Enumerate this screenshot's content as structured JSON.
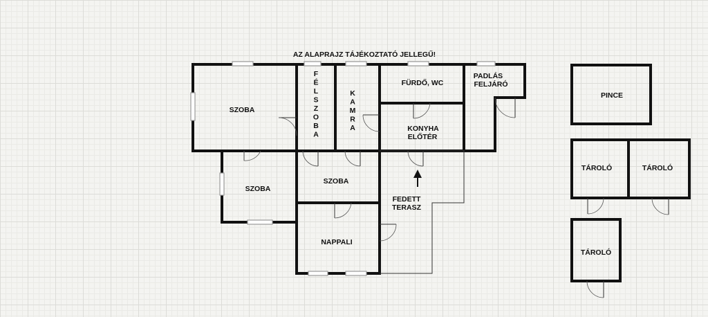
{
  "notice": "AZ ALAPRAJZ TÁJÉKOZTATÓ JELLEGŰ!",
  "rooms": {
    "szoba_main": "SZOBA",
    "felszoba": "FÉLSZOBA",
    "kamra": "KAMRA",
    "furdo_wc": "FÜRDŐ, WC",
    "padlas_1": "PADLÁS",
    "padlas_2": "FELJÁRÓ",
    "konyha_1": "KONYHA",
    "konyha_2": "ELŐTÉR",
    "szoba_lower_left": "SZOBA",
    "szoba_center": "SZOBA",
    "terasz_1": "FEDETT",
    "terasz_2": "TERASZ",
    "nappali": "NAPPALI",
    "pince": "PINCE",
    "tarolo_1": "TÁROLÓ",
    "tarolo_2": "TÁROLÓ",
    "tarolo_3": "TÁROLÓ"
  },
  "icons": {
    "entrance": "arrow-up-icon",
    "door": "door-swing-icon",
    "window": "window-icon"
  }
}
